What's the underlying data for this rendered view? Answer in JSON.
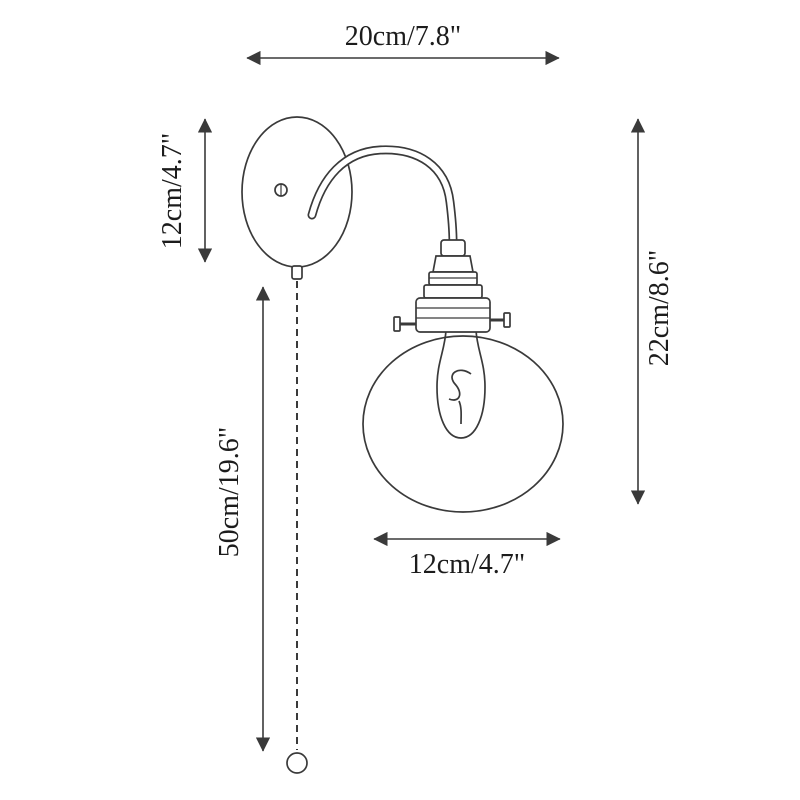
{
  "diagram": {
    "dimensions": {
      "top_width": "20cm/7.8\"",
      "backplate_height": "12cm/4.7\"",
      "pull_chain_length": "50cm/19.6\"",
      "overall_height": "22cm/8.6\"",
      "shade_width": "12cm/4.7\""
    },
    "colors": {
      "line": "#3a3a3a",
      "text": "#1c1c1c",
      "background": "#ffffff"
    }
  }
}
